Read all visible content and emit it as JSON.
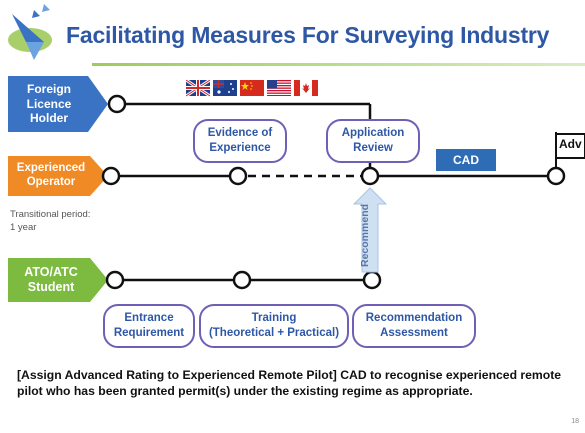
{
  "header": {
    "title": "Facilitating Measures For Surveying Industry"
  },
  "rows": {
    "foreign": {
      "label_line1": "Foreign",
      "label_line2": "Licence",
      "label_line3": "Holder",
      "color": "#3b73c4"
    },
    "experienced": {
      "label_line1": "Experienced",
      "label_line2": "Operator",
      "color": "#f08a24"
    },
    "ato": {
      "label_line1": "ATO/ATC",
      "label_line2": "Student",
      "color": "#7cbb3f"
    }
  },
  "flags": [
    "uk-flag-icon",
    "australia-flag-icon",
    "china-flag-icon",
    "usa-flag-icon",
    "canada-flag-icon"
  ],
  "bubbles": {
    "evidence": {
      "line1": "Evidence of",
      "line2": "Experience"
    },
    "application": {
      "line1": "Application",
      "line2": "Review"
    },
    "entrance": {
      "line1": "Entrance",
      "line2": "Requirement"
    },
    "training": {
      "line1": "Training",
      "line2": "(Theoretical + Practical)"
    },
    "recommendation": {
      "line1": "Recommendation",
      "line2": "Assessment"
    }
  },
  "cad_label": "CAD",
  "recommend_label": "Recommend",
  "adv_flag_label": "Adv",
  "transitional": {
    "line1": "Transitional period:",
    "line2": "1 year"
  },
  "note": "[Assign Advanced Rating to Experienced Remote Pilot] CAD to recognise experienced remote pilot who has been granted permit(s) under the existing regime as appropriate.",
  "page_number": "18",
  "colors": {
    "title": "#2e58a6",
    "bubble_border": "#6f60b6",
    "line": "#111111"
  }
}
